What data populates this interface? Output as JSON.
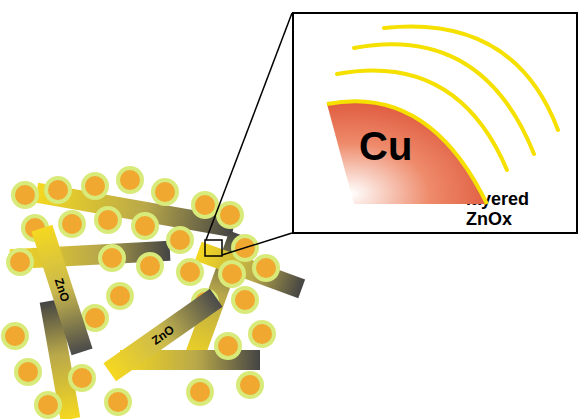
{
  "diagram": {
    "nodes": [
      {
        "text": [
          "layered ZnOx"
        ]
      },
      {
        "text": [
          "Cu"
        ],
        "in": 0
      },
      {
        "text": [
          "ZnO"
        ]
      },
      {
        "text": [
          "ZnO"
        ]
      }
    ]
  }
}
